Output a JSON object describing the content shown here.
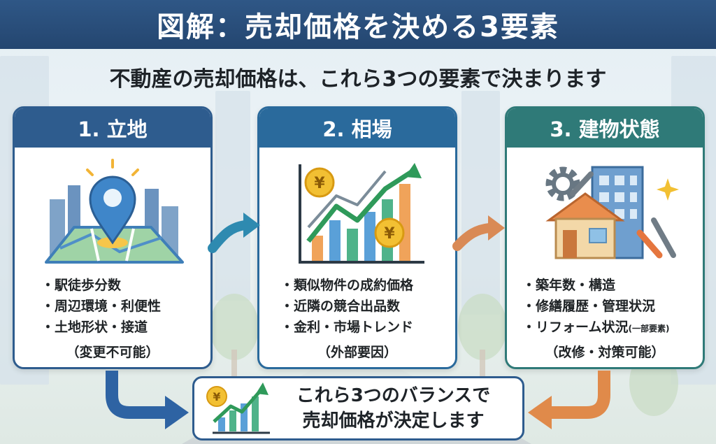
{
  "title": "図解：売却価格を決める3要素",
  "subtitle": "不動産の売却価格は、これら3つの要素で決まります",
  "cards": [
    {
      "heading": "1. 立地",
      "items": [
        "駅徒歩分数",
        "周辺環境・利便性",
        "土地形状・接道"
      ],
      "note": "（変更不可能）"
    },
    {
      "heading": "2. 相場",
      "items": [
        "類似物件の成約価格",
        "近隣の競合出品数",
        "金利・市場トレンド"
      ],
      "note": "（外部要因）"
    },
    {
      "heading": "3. 建物状態",
      "items": [
        "築年数・構造",
        "修繕履歴・管理状況",
        "リフォーム状況"
      ],
      "item3_suffix": "(一部要素)",
      "note": "（改修・対策可能）"
    }
  ],
  "yen_symbol": "¥",
  "result": {
    "line1": "これら3つのバランスで",
    "line2": "売却価格が決定します"
  },
  "colors": {
    "title_bg": "#2f5786",
    "card1": "#2e5c8e",
    "card2": "#2a6a9c",
    "card3": "#2f7a78",
    "arrow_blue": "#2e63a3",
    "arrow_orange": "#e08a4a",
    "chart_green": "#2f9a5a",
    "coin_gold": "#f2c033"
  },
  "icons": [
    "map-pin-icon",
    "growth-chart-icon",
    "yen-coin-icon",
    "building-icon",
    "house-icon",
    "gear-icon",
    "wrench-icon",
    "sparkle-icon"
  ]
}
